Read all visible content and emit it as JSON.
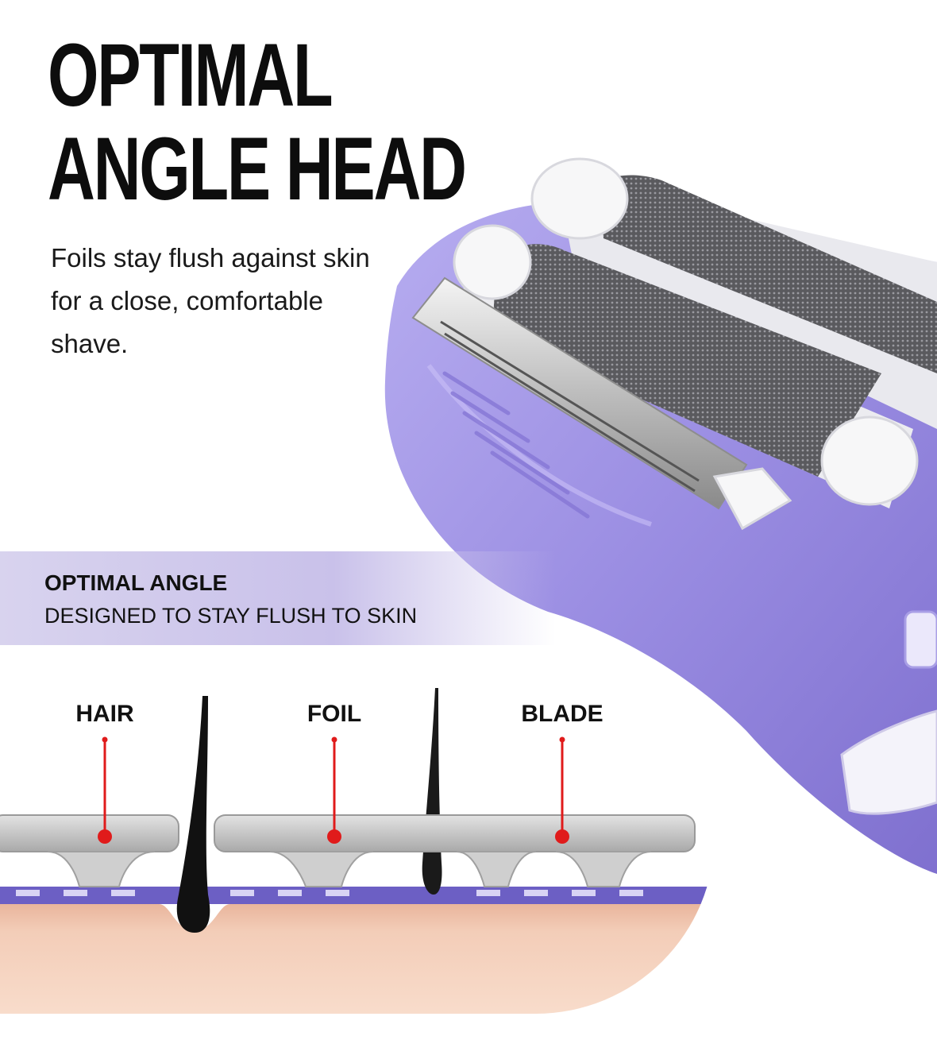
{
  "headline": {
    "line1": "OPTIMAL",
    "line2": "ANGLE HEAD"
  },
  "subtext": "Foils stay flush against skin for a close, comfortable shave.",
  "banner": {
    "title": "OPTIMAL ANGLE",
    "subtitle": "DESIGNED TO STAY FLUSH TO SKIN"
  },
  "diagram": {
    "labels": [
      "HAIR",
      "FOIL",
      "BLADE"
    ],
    "marker_color": "#e01b1b"
  },
  "colors": {
    "shaver_body": "#9b8ee0",
    "skin": "#f3cdb8",
    "foil": "#c8c8c8"
  }
}
